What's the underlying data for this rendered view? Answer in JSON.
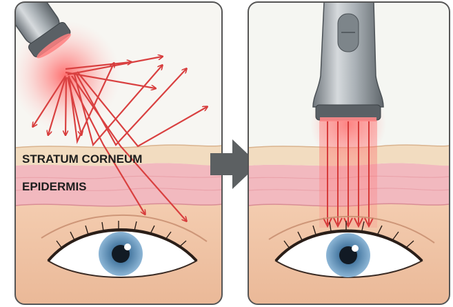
{
  "labels": {
    "stratum_corneum": "STRATUM CORNEUM",
    "epidermis": "EPIDERMIS"
  },
  "panels": [
    {
      "id": "left",
      "device_orientation": "angled",
      "light_behavior": "scattered and reflected by the skin surface"
    },
    {
      "id": "right",
      "device_orientation": "vertical",
      "light_behavior": "focused beams penetrate the skin"
    }
  ],
  "icons": {
    "transition": "right-arrow-icon",
    "device": "handheld-device-icon",
    "eye": "eye-icon"
  },
  "colors": {
    "beam": "#e03a3a",
    "glow": "#ff6e6e",
    "stratum": "#f1dcc2",
    "epidermis": "#f2bcc0",
    "skin": "#f2c6a6",
    "iris": "#6f9ec3",
    "device": "#9aa2a8",
    "arrow": "#5c6062",
    "panel_border": "#555555"
  }
}
